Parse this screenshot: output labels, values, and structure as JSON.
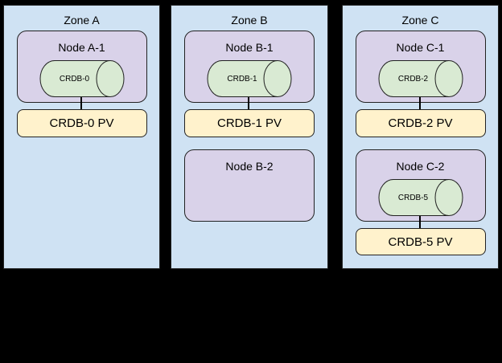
{
  "diagram": {
    "background": "#000000",
    "colors": {
      "zone_fill": "#cfe2f3",
      "node_fill": "#d9d2e9",
      "pod_fill": "#d9ead3",
      "pv_fill": "#fff2cc",
      "border": "#222222"
    },
    "zones": [
      {
        "label": "Zone A",
        "nodes": [
          {
            "label": "Node A-1",
            "pod": "CRDB-0",
            "pv": "CRDB-0 PV"
          }
        ]
      },
      {
        "label": "Zone B",
        "nodes": [
          {
            "label": "Node B-1",
            "pod": "CRDB-1",
            "pv": "CRDB-1 PV"
          },
          {
            "label": "Node B-2"
          }
        ]
      },
      {
        "label": "Zone C",
        "nodes": [
          {
            "label": "Node C-1",
            "pod": "CRDB-2",
            "pv": "CRDB-2 PV"
          },
          {
            "label": "Node C-2",
            "pod": "CRDB-5",
            "pv": "CRDB-5 PV"
          }
        ]
      }
    ]
  }
}
